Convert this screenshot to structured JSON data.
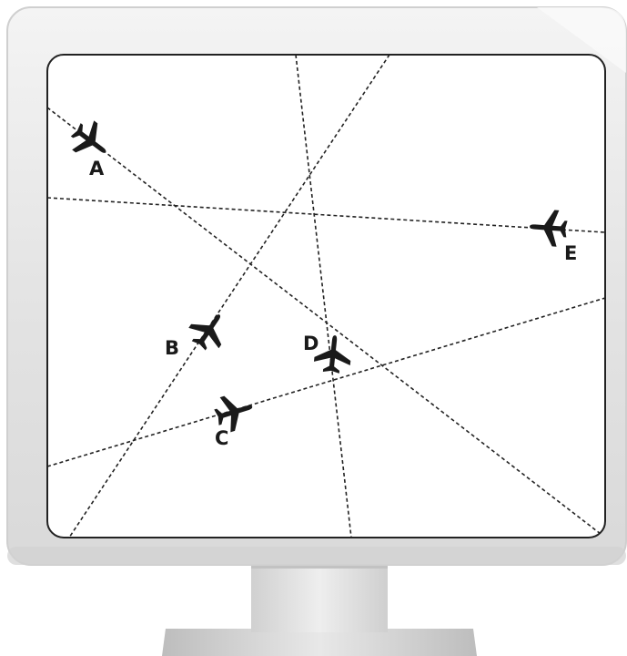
{
  "diagram": {
    "planes": [
      {
        "id": "A",
        "label": "A"
      },
      {
        "id": "B",
        "label": "B"
      },
      {
        "id": "C",
        "label": "C"
      },
      {
        "id": "D",
        "label": "D"
      },
      {
        "id": "E",
        "label": "E"
      }
    ],
    "colors": {
      "monitor_frame": "#e6e6e6",
      "screen_fill": "#ffffff",
      "screen_border": "#222222",
      "flight_path": "#222222",
      "plane": "#1a1a1a"
    }
  }
}
